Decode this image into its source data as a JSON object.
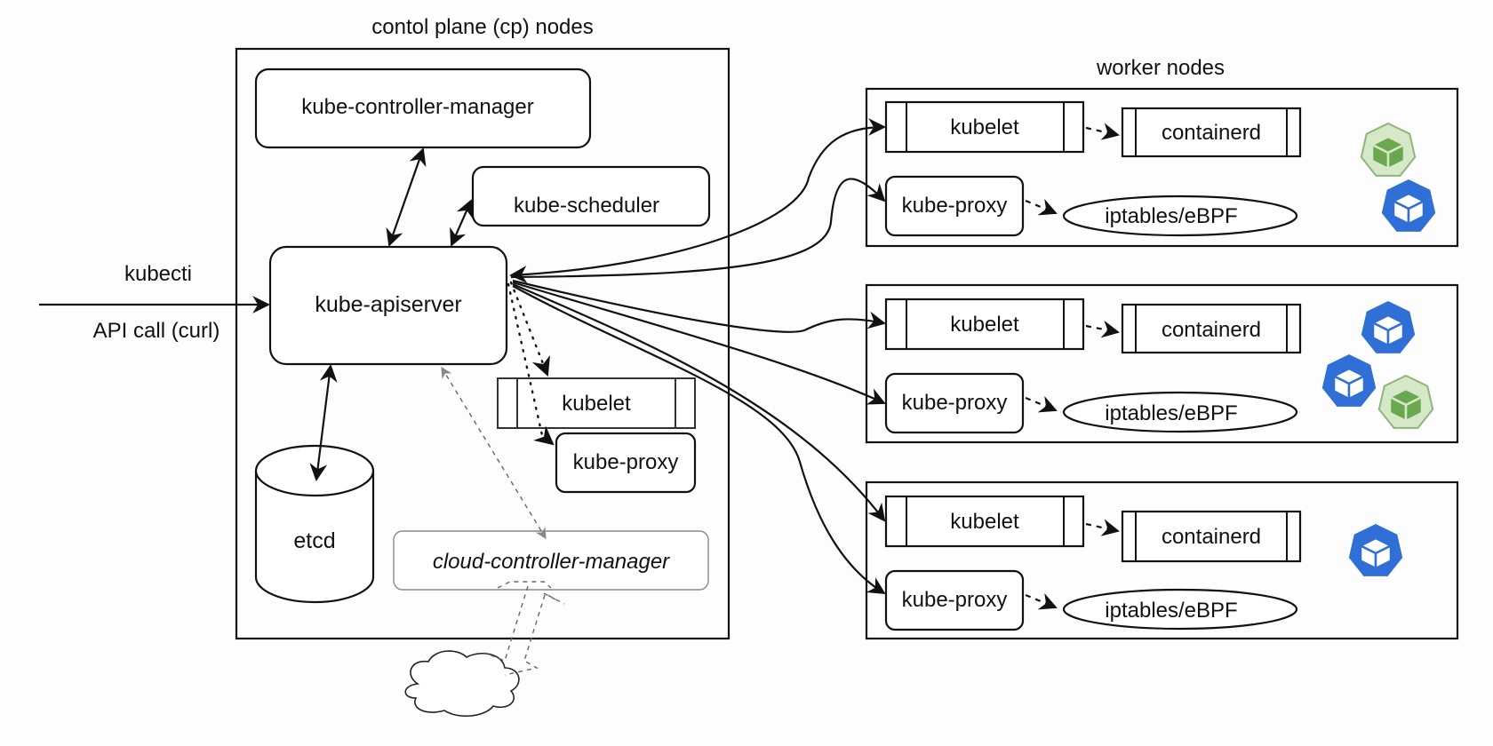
{
  "control_plane": {
    "title": "contol plane (cp) nodes",
    "components": {
      "controller_manager": "kube-controller-manager",
      "scheduler": "kube-scheduler",
      "apiserver": "kube-apiserver",
      "etcd": "etcd",
      "kubelet": "kubelet",
      "kube_proxy": "kube-proxy",
      "cloud_controller_manager": "cloud-controller-manager"
    }
  },
  "clients": {
    "kubectl": "kubecti",
    "api_call": "API call (curl)"
  },
  "worker_nodes": {
    "title": "worker nodes",
    "nodes": [
      {
        "kubelet": "kubelet",
        "runtime": "containerd",
        "proxy": "kube-proxy",
        "dataplane": "iptables/eBPF",
        "pods": [
          {
            "type": "pod-green"
          },
          {
            "type": "pod-blue"
          }
        ]
      },
      {
        "kubelet": "kubelet",
        "runtime": "containerd",
        "proxy": "kube-proxy",
        "dataplane": "iptables/eBPF",
        "pods": [
          {
            "type": "pod-blue"
          },
          {
            "type": "pod-blue"
          },
          {
            "type": "pod-green"
          }
        ]
      },
      {
        "kubelet": "kubelet",
        "runtime": "containerd",
        "proxy": "kube-proxy",
        "dataplane": "iptables/eBPF",
        "pods": [
          {
            "type": "pod-blue"
          }
        ]
      }
    ]
  },
  "colors": {
    "pod_blue": "#2f6fd6",
    "pod_green_fill": "#6aa84f",
    "pod_green_bg": "#d5e8c8",
    "pod_green_stroke": "#8fb57a"
  }
}
